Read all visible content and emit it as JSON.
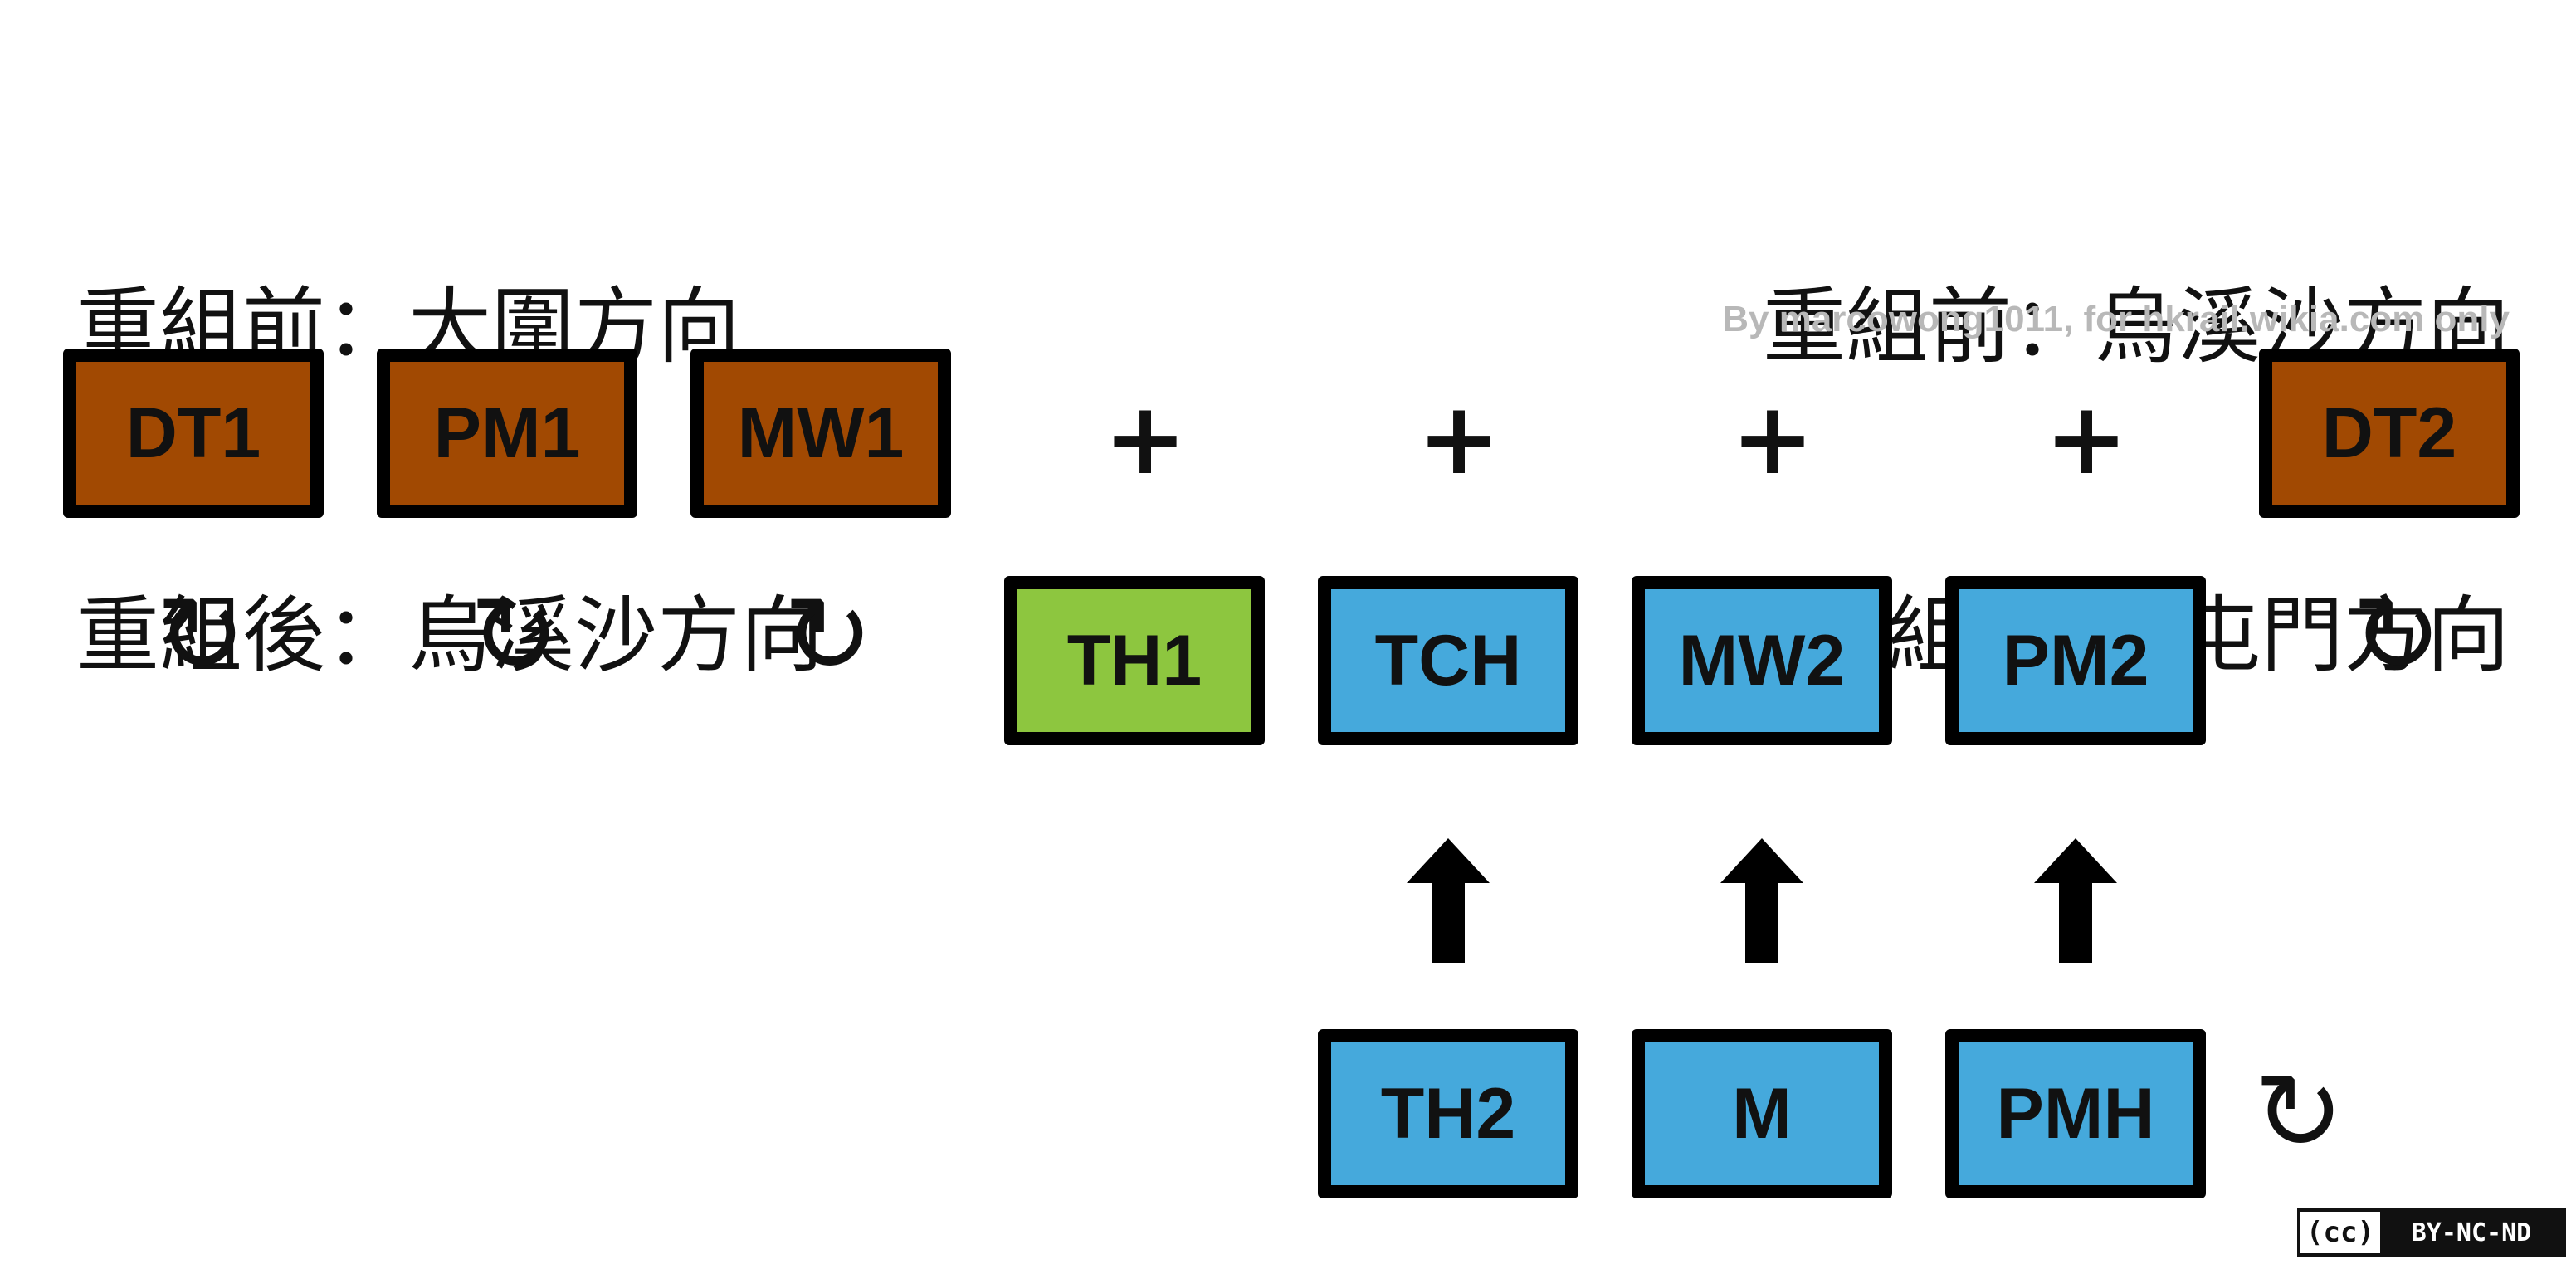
{
  "colors": {
    "motor": "#a14902",
    "trailer_green": "#8dc63f",
    "trailer_blue": "#45a9dc",
    "border": "#000000",
    "credit": "#b8b8b8"
  },
  "heading_left": {
    "line1": "重組前：大圍方向",
    "line2": "重組後：烏溪沙方向"
  },
  "heading_right": {
    "line1": "重組前：烏溪沙方向",
    "line2": "重組後：　屯門方向"
  },
  "credit": "By marcowong1011, for hkrail.wikia.com only",
  "cars": {
    "dt1": "DT1",
    "pm1": "PM1",
    "mw1": "MW1",
    "dt2": "DT2",
    "th1": "TH1",
    "tch": "TCH",
    "mw2": "MW2",
    "pm2": "PM2",
    "th2": "TH2",
    "m": "M",
    "pmh": "PMH"
  },
  "symbols": {
    "plus": "+",
    "rotate": "↻",
    "arrow_up": "up-arrow-icon"
  },
  "license": {
    "mark": "(cc)",
    "text": "BY-NC-ND"
  }
}
